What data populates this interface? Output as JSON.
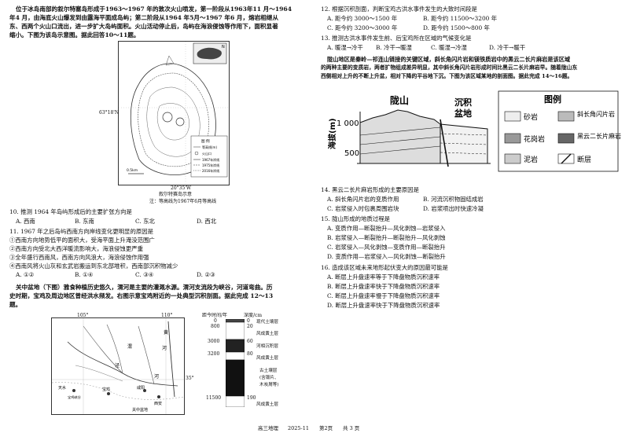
{
  "intro1": [
    "位于冰岛南部的叙尔特塞岛形成于1963～1967 年的敦次火山喷发，第一阶段从1963年11 月～1964",
    "年4 月，由海底火山爆发到由露海平面成岛屿；第二阶段从1964 年5月～1967 年6 月，熔岩相继从",
    "东、西两个火山口流出，进一步扩大岛屿面积。火山活动停止后，岛屿在海浪侵蚀等作用下，面积显著",
    "缩小。下图为该岛示意图。据此回答10～11题。"
  ],
  "map1": {
    "lat": "63°18'N",
    "lon": "20°35'W",
    "scale": "0.5km",
    "caption1": "叙尔特赛岛示意",
    "caption2": "注：等高线为1967年6月等高线",
    "legend": [
      "图 例",
      "等高线(m)",
      "火山口",
      "1967年岸线",
      "1975年岸线",
      "2016年岸线"
    ],
    "north": "N"
  },
  "q10": {
    "stem": "10. 推测 1964 年岛屿形成后的主要扩张方向是",
    "opts": [
      "A. 西南",
      "B. 东南",
      "C. 东北",
      "D. 西北"
    ]
  },
  "q11": {
    "stem": "11. 1967 年之后岛屿西南方向岸线变化更明显的原因是",
    "items": [
      "①西南方向地势低平的面积大，受海平面上升淹没范围广",
      "②西南方向受北大西洋暖流影响大，海浪侵蚀更严重",
      "③全年盛行西南风，西南方向风浪大，海浪侵蚀作用强",
      "④西南风将火山灰和玄武岩搬运到东北部堆积，西南部沉积物减少"
    ],
    "opts": [
      "A. ①②",
      "B. ①④",
      "C. ③④",
      "D. ②③"
    ]
  },
  "intro2": [
    "关中盆地（下图）雅食种植历史悠久，渭河是主要的灌溉水源。渭河支流段为峡谷，河道弯曲。历",
    "史时期，宝鸡及周边地区曾经洪水频发。右图示意宝鸡附近的一处典型沉积剖面。据此完成 12～13",
    "题。"
  ],
  "map2": {
    "lon1": "105°",
    "lon2": "110°",
    "lat": "35°",
    "places": [
      "渭",
      "河",
      "泾",
      "黄",
      "宝鸡",
      "咸阳",
      "西安",
      "天水",
      "宝鸡峡谷",
      "关中盆地",
      "河"
    ]
  },
  "profile": {
    "head1": "距今时间/年",
    "head2": "深度/cm",
    "ages": [
      "0",
      "800",
      "3000",
      "3200",
      "11500"
    ],
    "depths": [
      "0",
      "20",
      "60",
      "80",
      "190"
    ],
    "layers": [
      "现代土壤层",
      "风成黄土层",
      "河相沉积层",
      "风成黄土层",
      "古土壤层",
      "(含锻片、",
      "木炭屑等)",
      "风成黄土层"
    ]
  },
  "q12": {
    "stem": "12. 根据沉积剖面，判断宝鸡古洪水事件发生的大致时间段是",
    "opts": [
      "A. 距今约 3000～1500 年",
      "B. 距今约 11500～3200 年",
      "C. 距今约 3200～3000 年",
      "D. 距今约 1500～800 年"
    ]
  },
  "q13": {
    "stem": "13. 推测古洪水事件发生前、后宝鸡所在区域的气候变化是",
    "opts": [
      "A. 暖湿→冷干",
      "B. 冷干→暖湿",
      "C. 暖湿→冷湿",
      "D. 冷干→暖干"
    ]
  },
  "intro3": [
    "陇山地区是秦岭—祁连山链接的关键区域，斜长角闪片岩和镁铁质岩中的黑云二长片麻岩是该区域",
    "的两种主要的变质岩，两者扩物组成差异明显，其中斜长角闪片岩形成时间比黑云二长片麻岩早。随着陇山东",
    "西侧相对上升的不断上升盆，相对下降的平谷地下沉。下图为该区域某地的剖面图。据此完成 14～16题。"
  ],
  "diagram": {
    "ylabel": "海拔(m)",
    "y1000": "1 000",
    "y500": "500",
    "mtn": "陇山",
    "basin1": "沉积",
    "basin2": "盆地",
    "legend_title": "图例",
    "legend": [
      "砂岩",
      "斜长角闪片岩",
      "花岗岩",
      "黑云二长片麻岩",
      "泥岩",
      "断层"
    ]
  },
  "q14": {
    "stem": "14. 黑云二长片麻岩形成的主要原因是",
    "opts": [
      "A. 斜长角闪片岩的变质作用",
      "B. 河流沉积物固结成岩",
      "C. 岩浆侵入时包裹周围岩块",
      "D. 岩浆喷出时快速冷凝"
    ]
  },
  "q15": {
    "stem": "15. 陇山形成的地质过程是",
    "opts": [
      "A. 变质作用—断裂抬升—风化剥蚀—岩浆侵入",
      "B. 岩浆侵入—断裂抬升—断裂抬升—风化剥蚀",
      "C. 岩浆侵入—风化剥蚀—变质作用—断裂抬升",
      "D. 变质作用—岩浆侵入—风化剥蚀—断裂抬升"
    ]
  },
  "q16": {
    "stem": "16. 造成该区域未来地形起伏变大的原因最可能是",
    "opts": [
      "A. 断层上升盘速率等于下降盘物质沉积速率",
      "B. 断层上升盘速率快于下降盘物质沉积速率",
      "C. 断层上升盘速率慢于下降盘物质沉积速率",
      "D. 断层上升盘速率快于下降盘物质沉积速率"
    ]
  },
  "footer": {
    "left": "高三地理",
    "mid": "2025-11",
    "page": "第2页",
    "total": "共 3 页"
  }
}
